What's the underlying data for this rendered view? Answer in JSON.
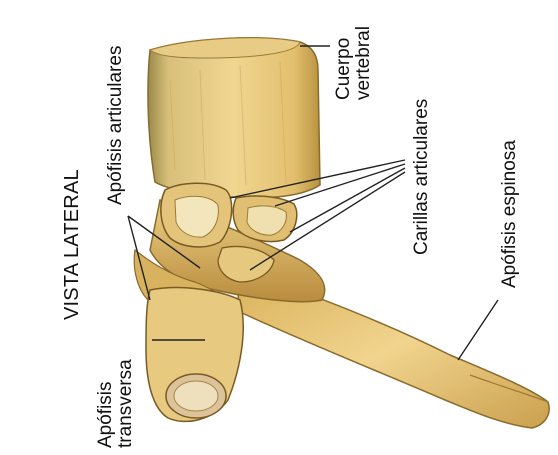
{
  "figure": {
    "view_title": "VISTA LATERAL",
    "labels": {
      "cuerpo_vertebral": [
        "Cuerpo",
        "vertebral"
      ],
      "apofisis_articulares": "Apófisis articulares",
      "carillas_articulares": "Carillas articulares",
      "apofisis_espinosa": "Apófisis espinosa",
      "apofisis_transversa": [
        "Apófisis",
        "transversa"
      ]
    },
    "colors": {
      "bone_light": "#f2dc9a",
      "bone_mid": "#d9b563",
      "bone_dark": "#a37a32",
      "body_top": "#e9cc86",
      "facet_light": "#f6edc9",
      "shadow": "#7a5a24",
      "leader": "#222222"
    }
  }
}
